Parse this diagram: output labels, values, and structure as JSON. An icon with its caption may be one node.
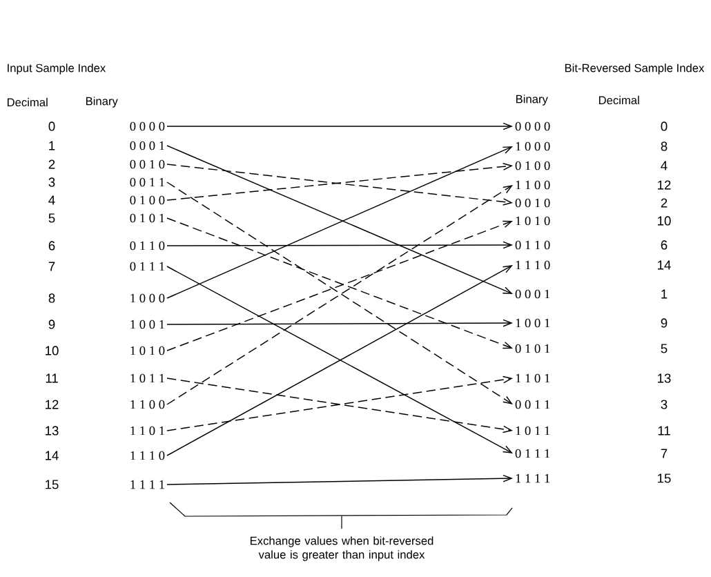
{
  "diagram": {
    "nodes": [
      {
        "text": [
          "0 0 0 0"
        ]
      },
      {
        "text": [
          "0 0 0 1"
        ]
      },
      {
        "text": [
          "0 0 1 0"
        ]
      },
      {
        "text": [
          "0 0 1 1"
        ]
      },
      {
        "text": [
          "0 1 0 0"
        ]
      },
      {
        "text": [
          "0 1 0 1"
        ]
      },
      {
        "text": [
          "0 1 1 0"
        ]
      },
      {
        "text": [
          "0 1 1 1"
        ]
      },
      {
        "text": [
          "1 0 0 0"
        ]
      },
      {
        "text": [
          "1 0 0 1"
        ]
      },
      {
        "text": [
          "1 0 1 0"
        ]
      },
      {
        "text": [
          "1 0 1 1"
        ]
      },
      {
        "text": [
          "1 1 0 0"
        ]
      },
      {
        "text": [
          "1 1 0 1"
        ]
      },
      {
        "text": [
          "1 1 1 0"
        ]
      },
      {
        "text": [
          "1 1 1 1"
        ]
      },
      {
        "text": [
          "0 0 0 0"
        ]
      },
      {
        "text": [
          "1 0 0 0"
        ]
      },
      {
        "text": [
          "0 1 0 0"
        ]
      },
      {
        "text": [
          "1 1 0 0"
        ]
      },
      {
        "text": [
          "0 0 1 0"
        ]
      },
      {
        "text": [
          "1 0 1 0"
        ]
      },
      {
        "text": [
          "0 1 1 0"
        ]
      },
      {
        "text": [
          "1 1 1 0"
        ]
      },
      {
        "text": [
          "0 0 0 1"
        ]
      },
      {
        "text": [
          "1 0 0 1"
        ]
      },
      {
        "text": [
          "0 1 0 1"
        ]
      },
      {
        "text": [
          "1 1 0 1"
        ]
      },
      {
        "text": [
          "0 0 1 1"
        ]
      },
      {
        "text": [
          "1 0 1 1"
        ]
      },
      {
        "text": [
          "0 1 1 1"
        ]
      },
      {
        "text": [
          "1 1 1 1"
        ]
      }
    ],
    "edges": [
      {
        "from": 0,
        "to": 16,
        "arrow": "to"
      },
      {
        "from": 1,
        "to": 24,
        "arrow": "to"
      },
      {
        "from": 2,
        "to": 20,
        "arrow": "to",
        "style": "dashed"
      },
      {
        "from": 3,
        "to": 28,
        "arrow": "to",
        "style": "dashed"
      },
      {
        "from": 4,
        "to": 18,
        "arrow": "to",
        "style": "dashed"
      },
      {
        "from": 5,
        "to": 26,
        "arrow": "to",
        "style": "dashed"
      },
      {
        "from": 6,
        "to": 22,
        "arrow": "to"
      },
      {
        "from": 7,
        "to": 30,
        "arrow": "to"
      },
      {
        "from": 8,
        "to": 17,
        "arrow": "to"
      },
      {
        "from": 9,
        "to": 25,
        "arrow": "to"
      },
      {
        "from": 10,
        "to": 21,
        "arrow": "to",
        "style": "dashed"
      },
      {
        "from": 11,
        "to": 29,
        "arrow": "to",
        "style": "dashed"
      },
      {
        "from": 12,
        "to": 19,
        "arrow": "to",
        "style": "dashed"
      },
      {
        "from": 13,
        "to": 27,
        "arrow": "to",
        "style": "dashed"
      },
      {
        "from": 14,
        "to": 23,
        "arrow": "to"
      },
      {
        "from": 15,
        "to": 31,
        "arrow": "to"
      }
    ],
    "labels": [
      "Input Sample Index",
      "Bit-Reversed Sample Index",
      "Decimal",
      "Binary",
      "Binary",
      "Decimal",
      "0",
      "1",
      "2",
      "3",
      "4",
      "5",
      "6",
      "7",
      "8",
      "9",
      "10",
      "11",
      "12",
      "13",
      "14",
      "15",
      "0",
      "8",
      "4",
      "12",
      "2",
      "10",
      "6",
      "14",
      "1",
      "9",
      "5",
      "13",
      "3",
      "11",
      "7",
      "15",
      "Exchange values when bit-reversed value is greater than input index"
    ]
  }
}
